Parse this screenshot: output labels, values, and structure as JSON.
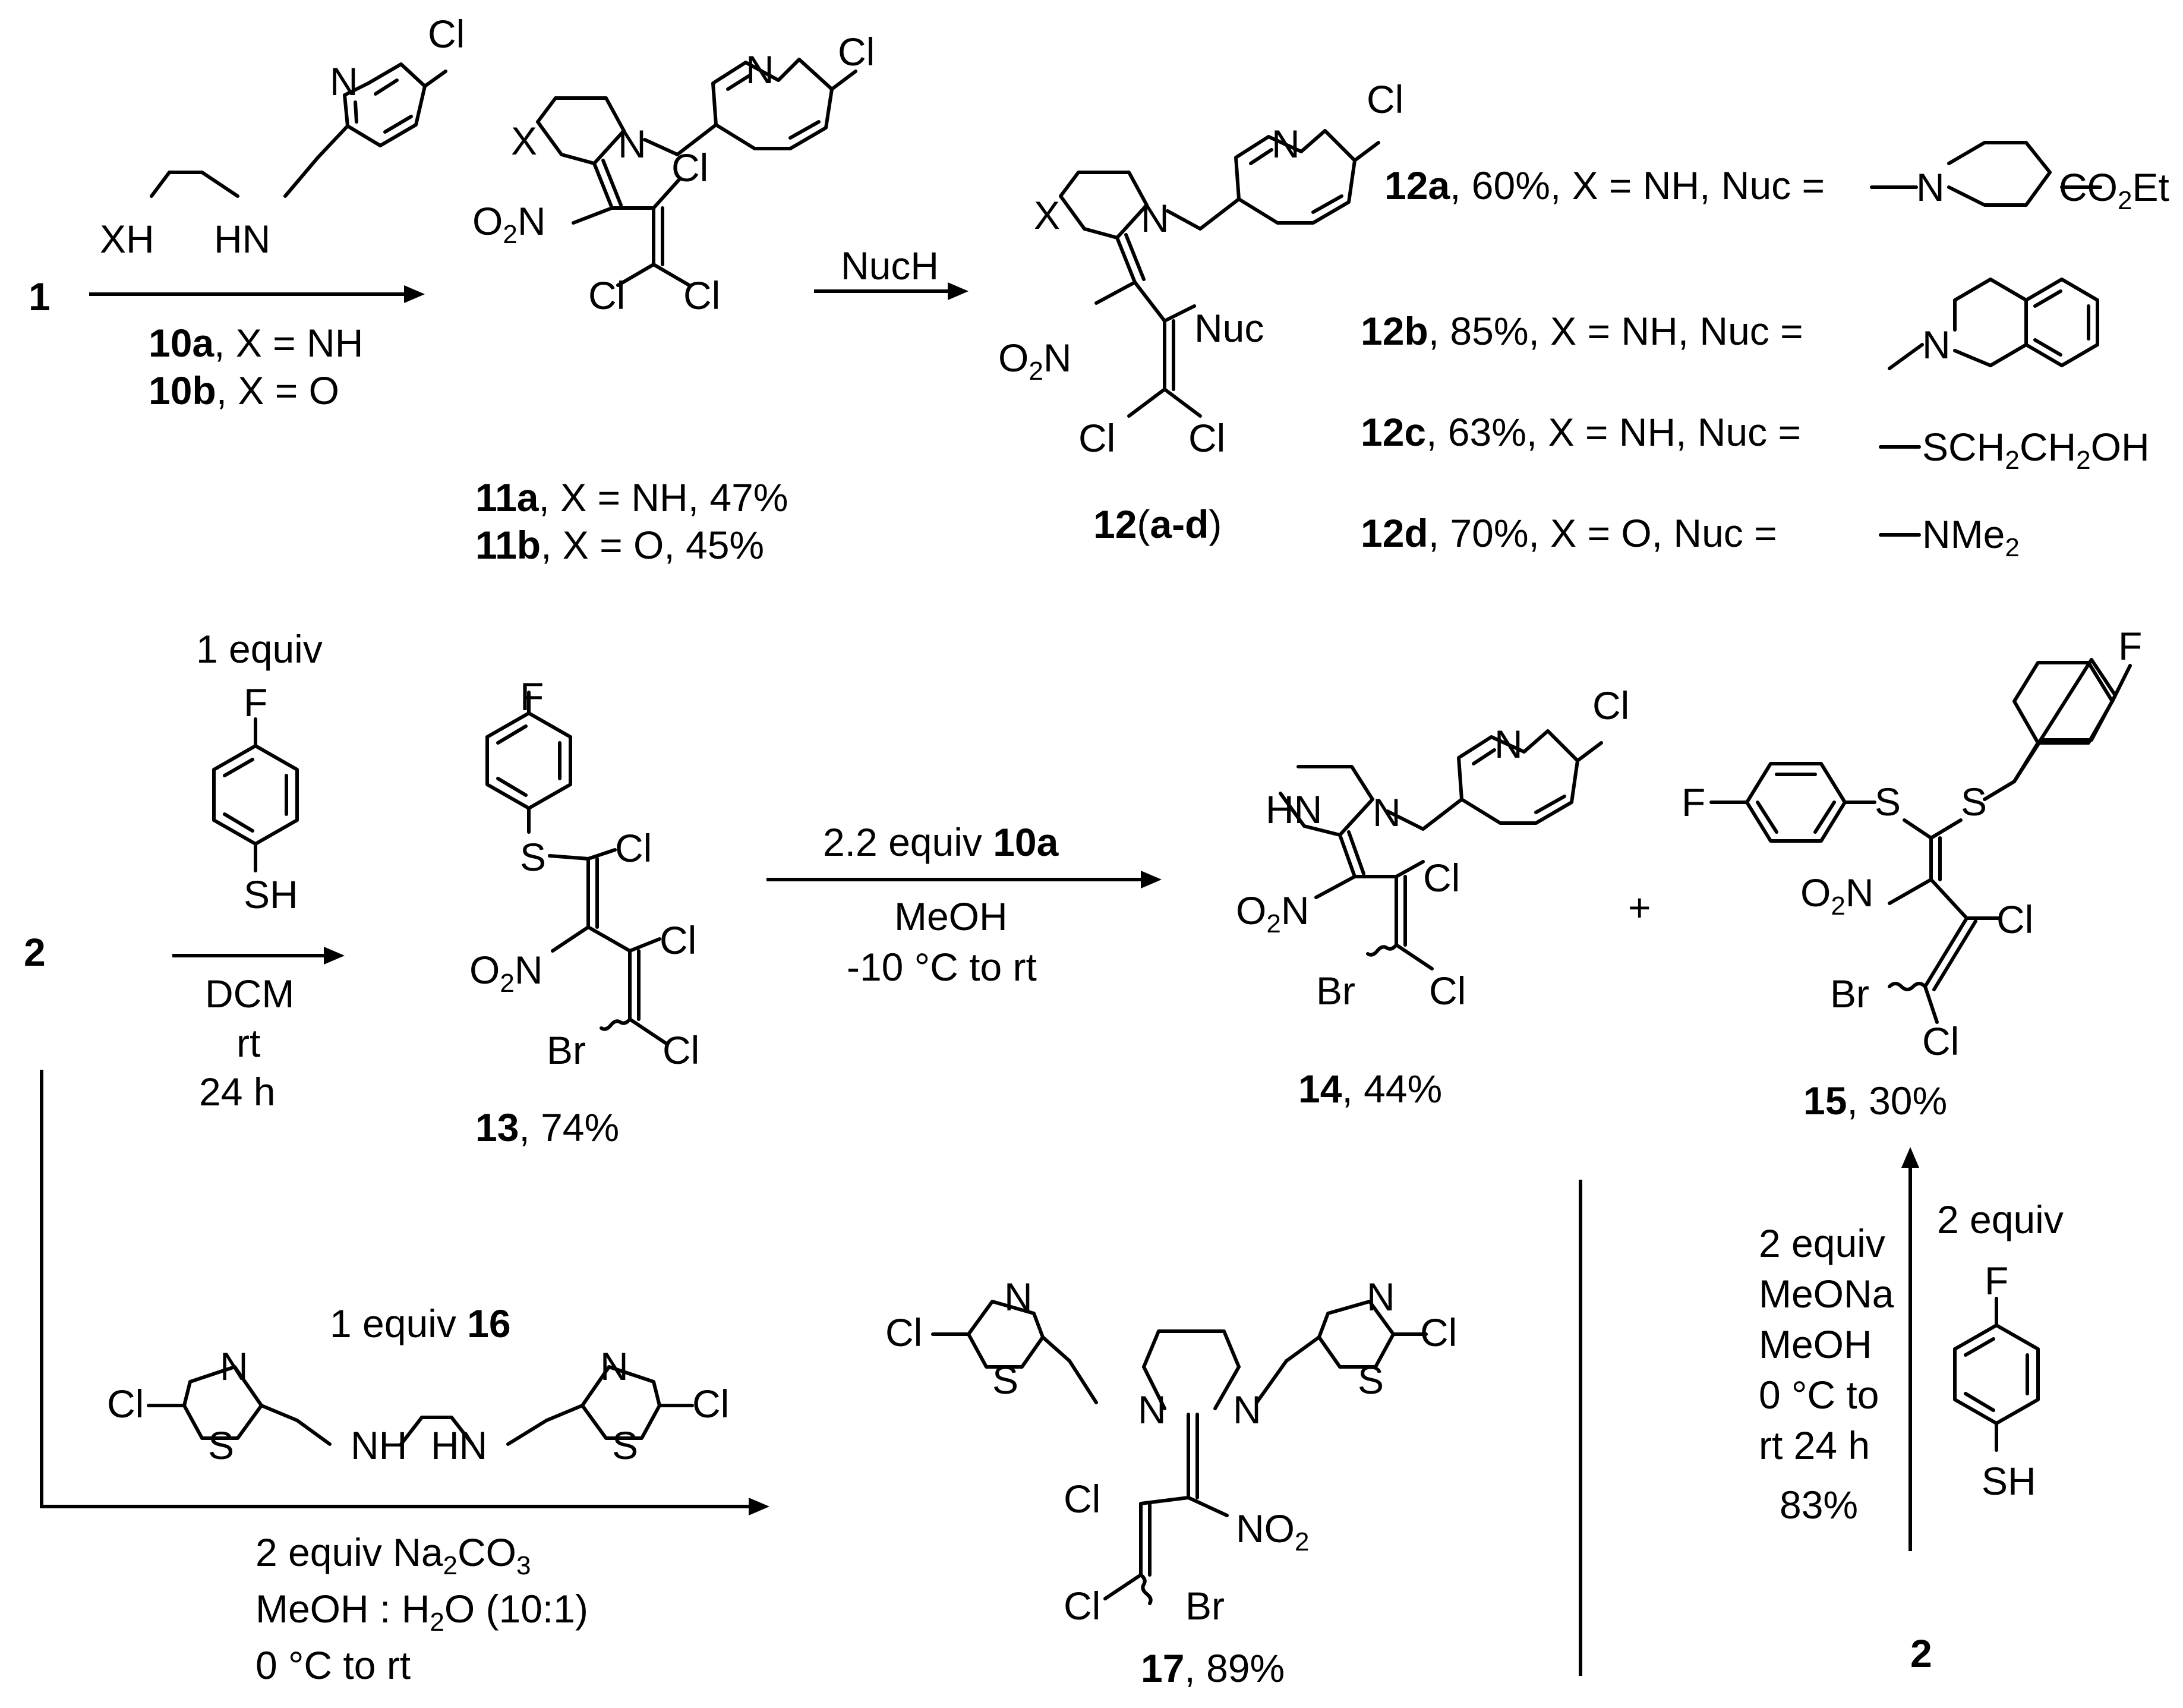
{
  "start_materials": {
    "sm1": "1",
    "sm2": "2",
    "sm2_bottom": "2"
  },
  "atoms": {
    "N": "N",
    "Cl": "Cl",
    "X": "X",
    "XH": "XH",
    "HN": "HN",
    "NH": "NH",
    "O2N_O": "O",
    "O2N_2": "2",
    "O2N_N": "N",
    "NO2_N": "NO",
    "NO2_2": "2",
    "Nuc": "Nuc",
    "F": "F",
    "S": "S",
    "SH": "SH",
    "Br": "Br"
  },
  "reaction1": {
    "reagent_bold_1": "10a",
    "reagent_text_1": ", X = NH",
    "reagent_bold_2": "10b",
    "reagent_text_2": ", X = O"
  },
  "product11": {
    "line1_bold": "11a",
    "line1_text": ", X = NH, 47%",
    "line2_bold": "11b",
    "line2_text": ", X = O, 45%"
  },
  "reaction2": {
    "reagent": "NucH"
  },
  "product12": {
    "label_bold_1": "12",
    "label_open": "(",
    "label_bold_2": "a-d",
    "label_close": ")"
  },
  "variants": [
    {
      "bold": "12a",
      "text": ", 60%, X = NH, Nuc =",
      "nuc": "CO",
      "nuc_sub": "2",
      "nuc_tail": "Et"
    },
    {
      "bold": "12b",
      "text": ", 85%, X = NH, Nuc ="
    },
    {
      "bold": "12c",
      "text": ", 63%, X = NH, Nuc =",
      "nuc": "SCH",
      "nuc_sub": "2",
      "nuc_mid": "CH",
      "nuc_sub2": "2",
      "nuc_tail": "OH"
    },
    {
      "bold": "12d",
      "text": ", 70%, X = O, Nuc =",
      "nuc": "NMe",
      "nuc_sub": "2"
    }
  ],
  "reaction3": {
    "equiv": "1 equiv",
    "solvent": "DCM",
    "temp": "rt",
    "time": "24 h"
  },
  "product13": {
    "bold": "13",
    "text": ", 74%"
  },
  "reaction4": {
    "line1_text": "2.2 equiv ",
    "line1_bold": "10a",
    "line2": "MeOH",
    "line3": "-10 °C to rt"
  },
  "product14": {
    "bold": "14",
    "text": ", 44%"
  },
  "plus": "+",
  "product15": {
    "bold": "15",
    "text": ", 30%"
  },
  "reaction5": {
    "left": [
      "2 equiv",
      "MeONa",
      "MeOH",
      "0 °C to",
      "rt 24 h"
    ],
    "yield": "83%",
    "right": "2 equiv"
  },
  "reaction6": {
    "top_text": "1 equiv ",
    "top_bold": "16",
    "line1": "2 equiv Na",
    "line1_sub": "2",
    "line1_mid": "CO",
    "line1_sub2": "3",
    "line2": "MeOH : H",
    "line2_sub": "2",
    "line2_tail": "O (10:1)",
    "line3": "0 °C to rt"
  },
  "product17": {
    "bold": "17",
    "text": ", 89%"
  }
}
